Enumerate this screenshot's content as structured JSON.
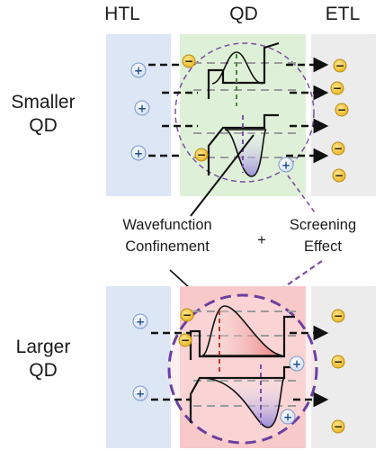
{
  "columns": {
    "htl": "HTL",
    "qd": "QD",
    "etl": "ETL"
  },
  "rows": {
    "smaller": {
      "line1": "Smaller",
      "line2": "QD"
    },
    "larger": {
      "line1": "Larger",
      "line2": "QD"
    }
  },
  "effects": {
    "confinement_line1": "Wavefunction",
    "confinement_line2": "Confinement",
    "plus": "+",
    "screening_line1": "Screening",
    "screening_line2": "Effect"
  },
  "charges": {
    "hole": "+",
    "electron": "−"
  },
  "colors": {
    "htl_fill": "#dce6f5",
    "smaller_qd_fill": "#dff0d8",
    "larger_qd_fill": "#f8c9c9",
    "etl_fill": "#ececec",
    "electron_fill": "#f5c542",
    "hole_text": "#1f4e8c",
    "screening_circle": "#7a4fa3",
    "dashed_green": "#4a8a3a",
    "dashed_red": "#c0392b",
    "dashed_purple": "#7a4fa3"
  }
}
